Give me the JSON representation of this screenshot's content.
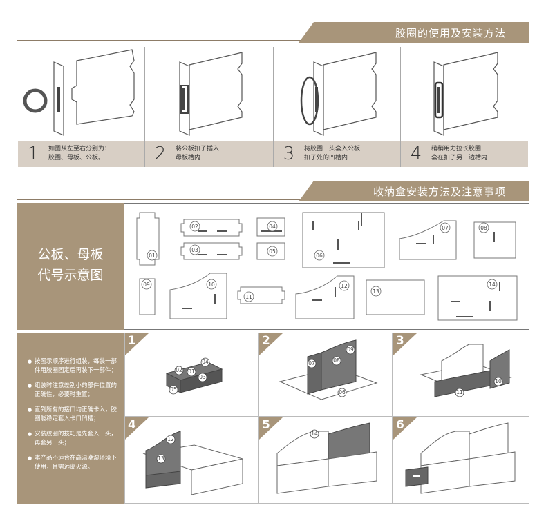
{
  "section1": {
    "title": "胶圈的使用及安装方法",
    "steps": [
      {
        "num": "1",
        "text": "如图从左至右分别为：\n胶圈、母板、公板。"
      },
      {
        "num": "2",
        "text": "将公板扣子插入\n母板槽内"
      },
      {
        "num": "3",
        "text": "将胶圈一头套入公板\n扣子处的凹槽内"
      },
      {
        "num": "4",
        "text": "稍稍用力拉长胶圈\n套在扣子另一边槽内"
      }
    ]
  },
  "section2": {
    "title": "收纳盒安装方法及注意事项",
    "side_title_line1": "公板、母板",
    "side_title_line2": "代号示意图",
    "parts": [
      "01",
      "02",
      "03",
      "04",
      "05",
      "06",
      "07",
      "08",
      "09",
      "10",
      "11",
      "12",
      "13",
      "14"
    ],
    "notes": [
      "按图示顺序进行组装，每装一部件用胶圈固定后再装下一部件；",
      "组装时注意差别小的部件位置的正确性，必要时重置；",
      "直到所有的接口均正确卡入，胶圈能稳定套入卡口凹槽；",
      "安装胶圈的技巧是先套入一头，再套另一头；",
      "本产品不适合在高温潮湿环境下使用，且需远离火源。"
    ],
    "assembly_steps": [
      "1",
      "2",
      "3",
      "4",
      "5",
      "6"
    ]
  },
  "colors": {
    "accent": "#a8957a",
    "caption_bg": "#d8cfc5",
    "dark_panel": "#7a7a7a"
  }
}
